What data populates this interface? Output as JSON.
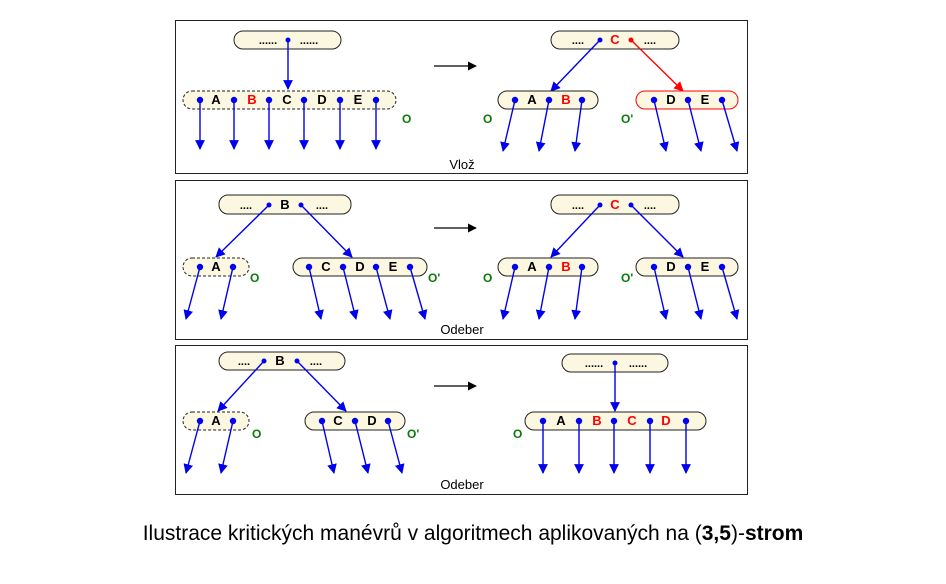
{
  "colors": {
    "edge": "#0000ee",
    "node_fill": "#fbf7e0",
    "highlight": "#ff0000",
    "label_green": "#0b7a0b",
    "text": "#000000"
  },
  "panels": [
    {
      "label": "Vlož",
      "left": {
        "top_node": [
          "......",
          "......"
        ],
        "child": [
          "A",
          "B",
          "C",
          "D",
          "E"
        ],
        "child_red": [
          "B"
        ],
        "child_label": "O"
      },
      "right": {
        "top_node": [
          "....",
          "C",
          "...."
        ],
        "top_red": [
          "C"
        ],
        "left_child": [
          "A",
          "B"
        ],
        "left_red": [
          "B"
        ],
        "left_label": "O",
        "right_child": [
          "D",
          "E"
        ],
        "right_label": "O'"
      }
    },
    {
      "label": "Odeber",
      "left": {
        "top_node": [
          "....",
          "B",
          "...."
        ],
        "left_child": [
          "A"
        ],
        "left_label": "O",
        "right_child": [
          "C",
          "D",
          "E"
        ],
        "right_label": "O'"
      },
      "right": {
        "top_node": [
          "....",
          "C",
          "...."
        ],
        "top_red": [
          "C"
        ],
        "left_child": [
          "A",
          "B"
        ],
        "left_red": [
          "B"
        ],
        "left_label": "O",
        "right_child": [
          "D",
          "E"
        ],
        "right_label": "O'"
      }
    },
    {
      "label": "Odeber",
      "left": {
        "top_node": [
          "....",
          "B",
          "...."
        ],
        "left_child": [
          "A"
        ],
        "left_label": "O",
        "right_child": [
          "C",
          "D"
        ],
        "right_label": "O'"
      },
      "right": {
        "top_node": [
          "......",
          "......"
        ],
        "child": [
          "A",
          "B",
          "C",
          "D"
        ],
        "child_red": [
          "B",
          "C",
          "D"
        ],
        "child_label": "O"
      }
    }
  ],
  "caption": {
    "pre": "Ilustrace kritických manévrů v algoritmech aplikovaných na (",
    "bold1": "3,5",
    "mid": ")-",
    "bold2": "strom"
  }
}
